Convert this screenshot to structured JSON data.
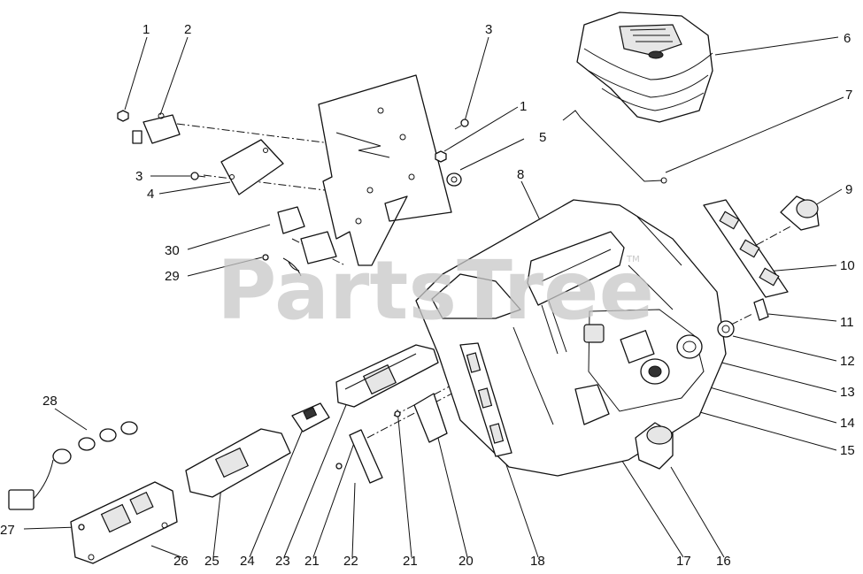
{
  "watermark": {
    "text": "PartsTree",
    "mark": "TM"
  },
  "callouts": [
    {
      "id": "c1a",
      "text": "1"
    },
    {
      "id": "c2",
      "text": "2"
    },
    {
      "id": "c3a",
      "text": "3"
    },
    {
      "id": "c6",
      "text": "6"
    },
    {
      "id": "c7",
      "text": "7"
    },
    {
      "id": "c1b",
      "text": "1"
    },
    {
      "id": "c5",
      "text": "5"
    },
    {
      "id": "c3b",
      "text": "3"
    },
    {
      "id": "c4",
      "text": "4"
    },
    {
      "id": "c8",
      "text": "8"
    },
    {
      "id": "c9",
      "text": "9"
    },
    {
      "id": "c30",
      "text": "30"
    },
    {
      "id": "c29",
      "text": "29"
    },
    {
      "id": "c10",
      "text": "10"
    },
    {
      "id": "c11",
      "text": "11"
    },
    {
      "id": "c12",
      "text": "12"
    },
    {
      "id": "c13",
      "text": "13"
    },
    {
      "id": "c14",
      "text": "14"
    },
    {
      "id": "c15",
      "text": "15"
    },
    {
      "id": "c28",
      "text": "28"
    },
    {
      "id": "c27",
      "text": "27"
    },
    {
      "id": "c26",
      "text": "26"
    },
    {
      "id": "c25",
      "text": "25"
    },
    {
      "id": "c24",
      "text": "24"
    },
    {
      "id": "c23",
      "text": "23"
    },
    {
      "id": "c21a",
      "text": "21"
    },
    {
      "id": "c22",
      "text": "22"
    },
    {
      "id": "c21b",
      "text": "21"
    },
    {
      "id": "c20",
      "text": "20"
    },
    {
      "id": "c18",
      "text": "18"
    },
    {
      "id": "c17",
      "text": "17"
    },
    {
      "id": "c16",
      "text": "16"
    }
  ]
}
